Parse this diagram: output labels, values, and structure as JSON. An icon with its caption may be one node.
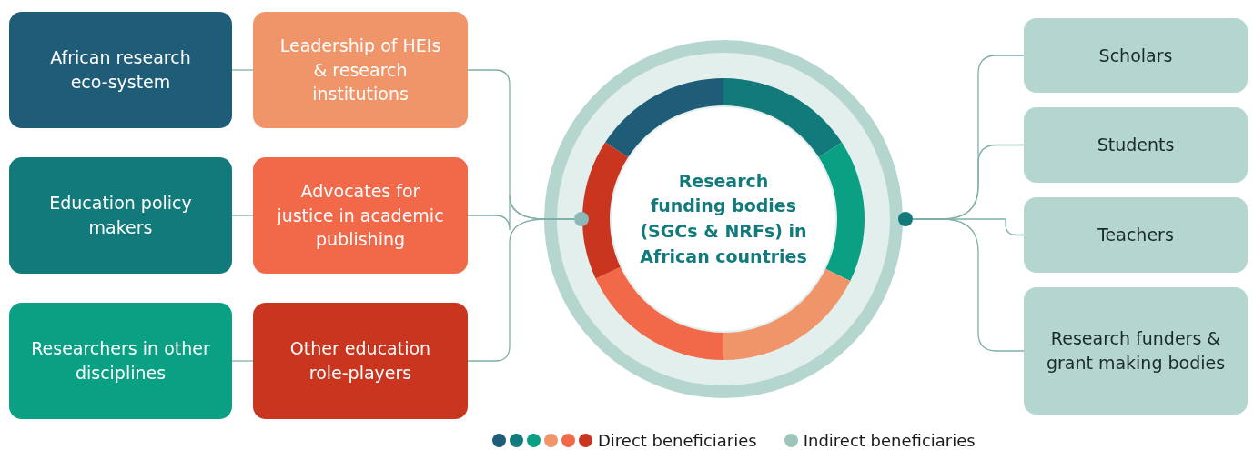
{
  "diagram": {
    "nodes": [
      {
        "text": [
          "African research eco-system"
        ]
      },
      {
        "text": [
          "Leadership of HEIs & research institutions"
        ]
      },
      {
        "text": [
          "Education policy makers"
        ]
      },
      {
        "text": [
          "Advocates for justice in academic publishing"
        ]
      },
      {
        "text": [
          "Researchers in other disciplines"
        ]
      },
      {
        "text": [
          "Other education role-players"
        ]
      },
      {
        "text": [
          "Research funding bodies (SGCs & NRFs) in African countries"
        ]
      },
      {
        "text": [],
        "shape": "circle"
      },
      {
        "text": [],
        "shape": "circle"
      },
      {
        "text": [
          "Scholars"
        ]
      },
      {
        "text": [
          "Students"
        ]
      },
      {
        "text": [
          "Teachers"
        ]
      },
      {
        "text": [
          "Research funders & grant making bodies"
        ]
      }
    ],
    "edges": [
      {
        "from": 0,
        "to": 1,
        "arrow": "none"
      },
      {
        "from": 2,
        "to": 3,
        "arrow": "none"
      },
      {
        "from": 4,
        "to": 5,
        "arrow": "none"
      },
      {
        "from": 1,
        "to": 7,
        "arrow": "none"
      },
      {
        "from": 3,
        "to": 7,
        "arrow": "none"
      },
      {
        "from": 5,
        "to": 7,
        "arrow": "none"
      },
      {
        "from": 8,
        "to": 9,
        "arrow": "none"
      },
      {
        "from": 8,
        "to": 10,
        "arrow": "none"
      },
      {
        "from": 8,
        "to": 11,
        "arrow": "none"
      },
      {
        "from": 8,
        "to": 12,
        "arrow": "none"
      }
    ],
    "legend": [
      {
        "text": "Direct beneficiaries"
      },
      {
        "text": "Indirect beneficiaries",
        "color": "#9cc5bb"
      }
    ]
  }
}
